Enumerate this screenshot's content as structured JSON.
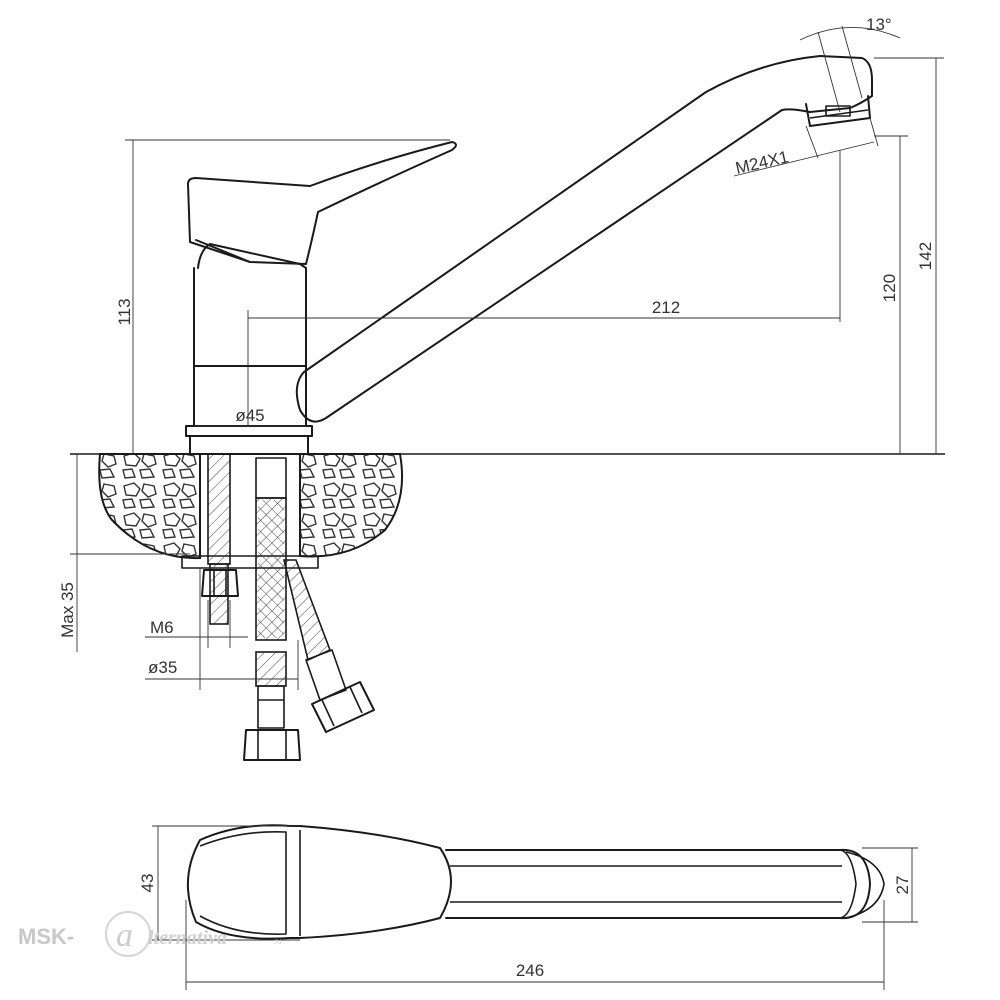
{
  "dimensions": {
    "angle": "13°",
    "thread": "M24X1",
    "height_113": "113",
    "height_120": "120",
    "height_142": "142",
    "reach_212": "212",
    "base_diameter": "ø45",
    "max_thickness": "Max 35",
    "stud": "M6",
    "hole_diameter": "ø35",
    "width_43": "43",
    "width_27": "27",
    "length_246": "246"
  },
  "watermark": {
    "brand": "MSK-",
    "script": "lternativa",
    "suffix": ".ru"
  }
}
